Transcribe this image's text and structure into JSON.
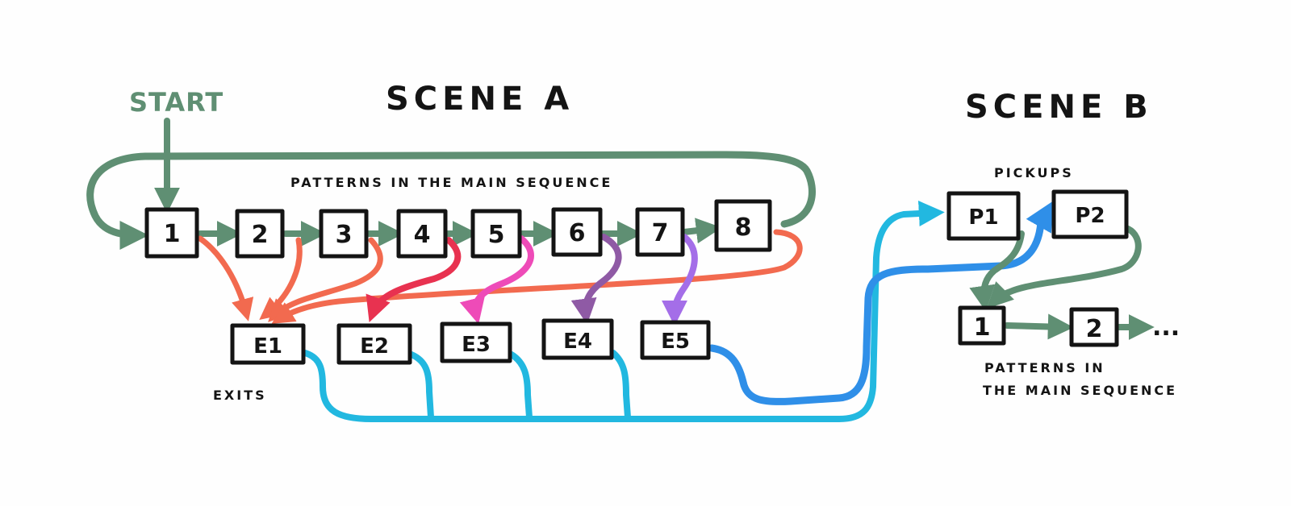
{
  "scene_a": {
    "title": "SCENE A",
    "start_label": "START",
    "main_caption": "PATTERNS IN THE MAIN SEQUENCE",
    "patterns": [
      "1",
      "2",
      "3",
      "4",
      "5",
      "6",
      "7",
      "8"
    ],
    "exits": [
      "E1",
      "E2",
      "E3",
      "E4",
      "E5"
    ],
    "exits_caption": "EXITS"
  },
  "scene_b": {
    "title": "SCENE B",
    "pickups_caption": "PICKUPS",
    "pickups": [
      "P1",
      "P2"
    ],
    "patterns": [
      "1",
      "2"
    ],
    "continuation": "...",
    "main_caption_line1": "PATTERNS IN",
    "main_caption_line2": "THE MAIN SEQUENCE"
  },
  "colors": {
    "ink": "#141414",
    "sequence": "#5f8f73",
    "exit_orange": "#f26a4f",
    "exit_red": "#e83250",
    "exit_pink": "#ee4bb8",
    "exit_purple": "#8f5aa5",
    "exit_violet": "#a46ee8",
    "transition_cyan": "#22b8e0",
    "transition_blue": "#2f8fe8"
  }
}
